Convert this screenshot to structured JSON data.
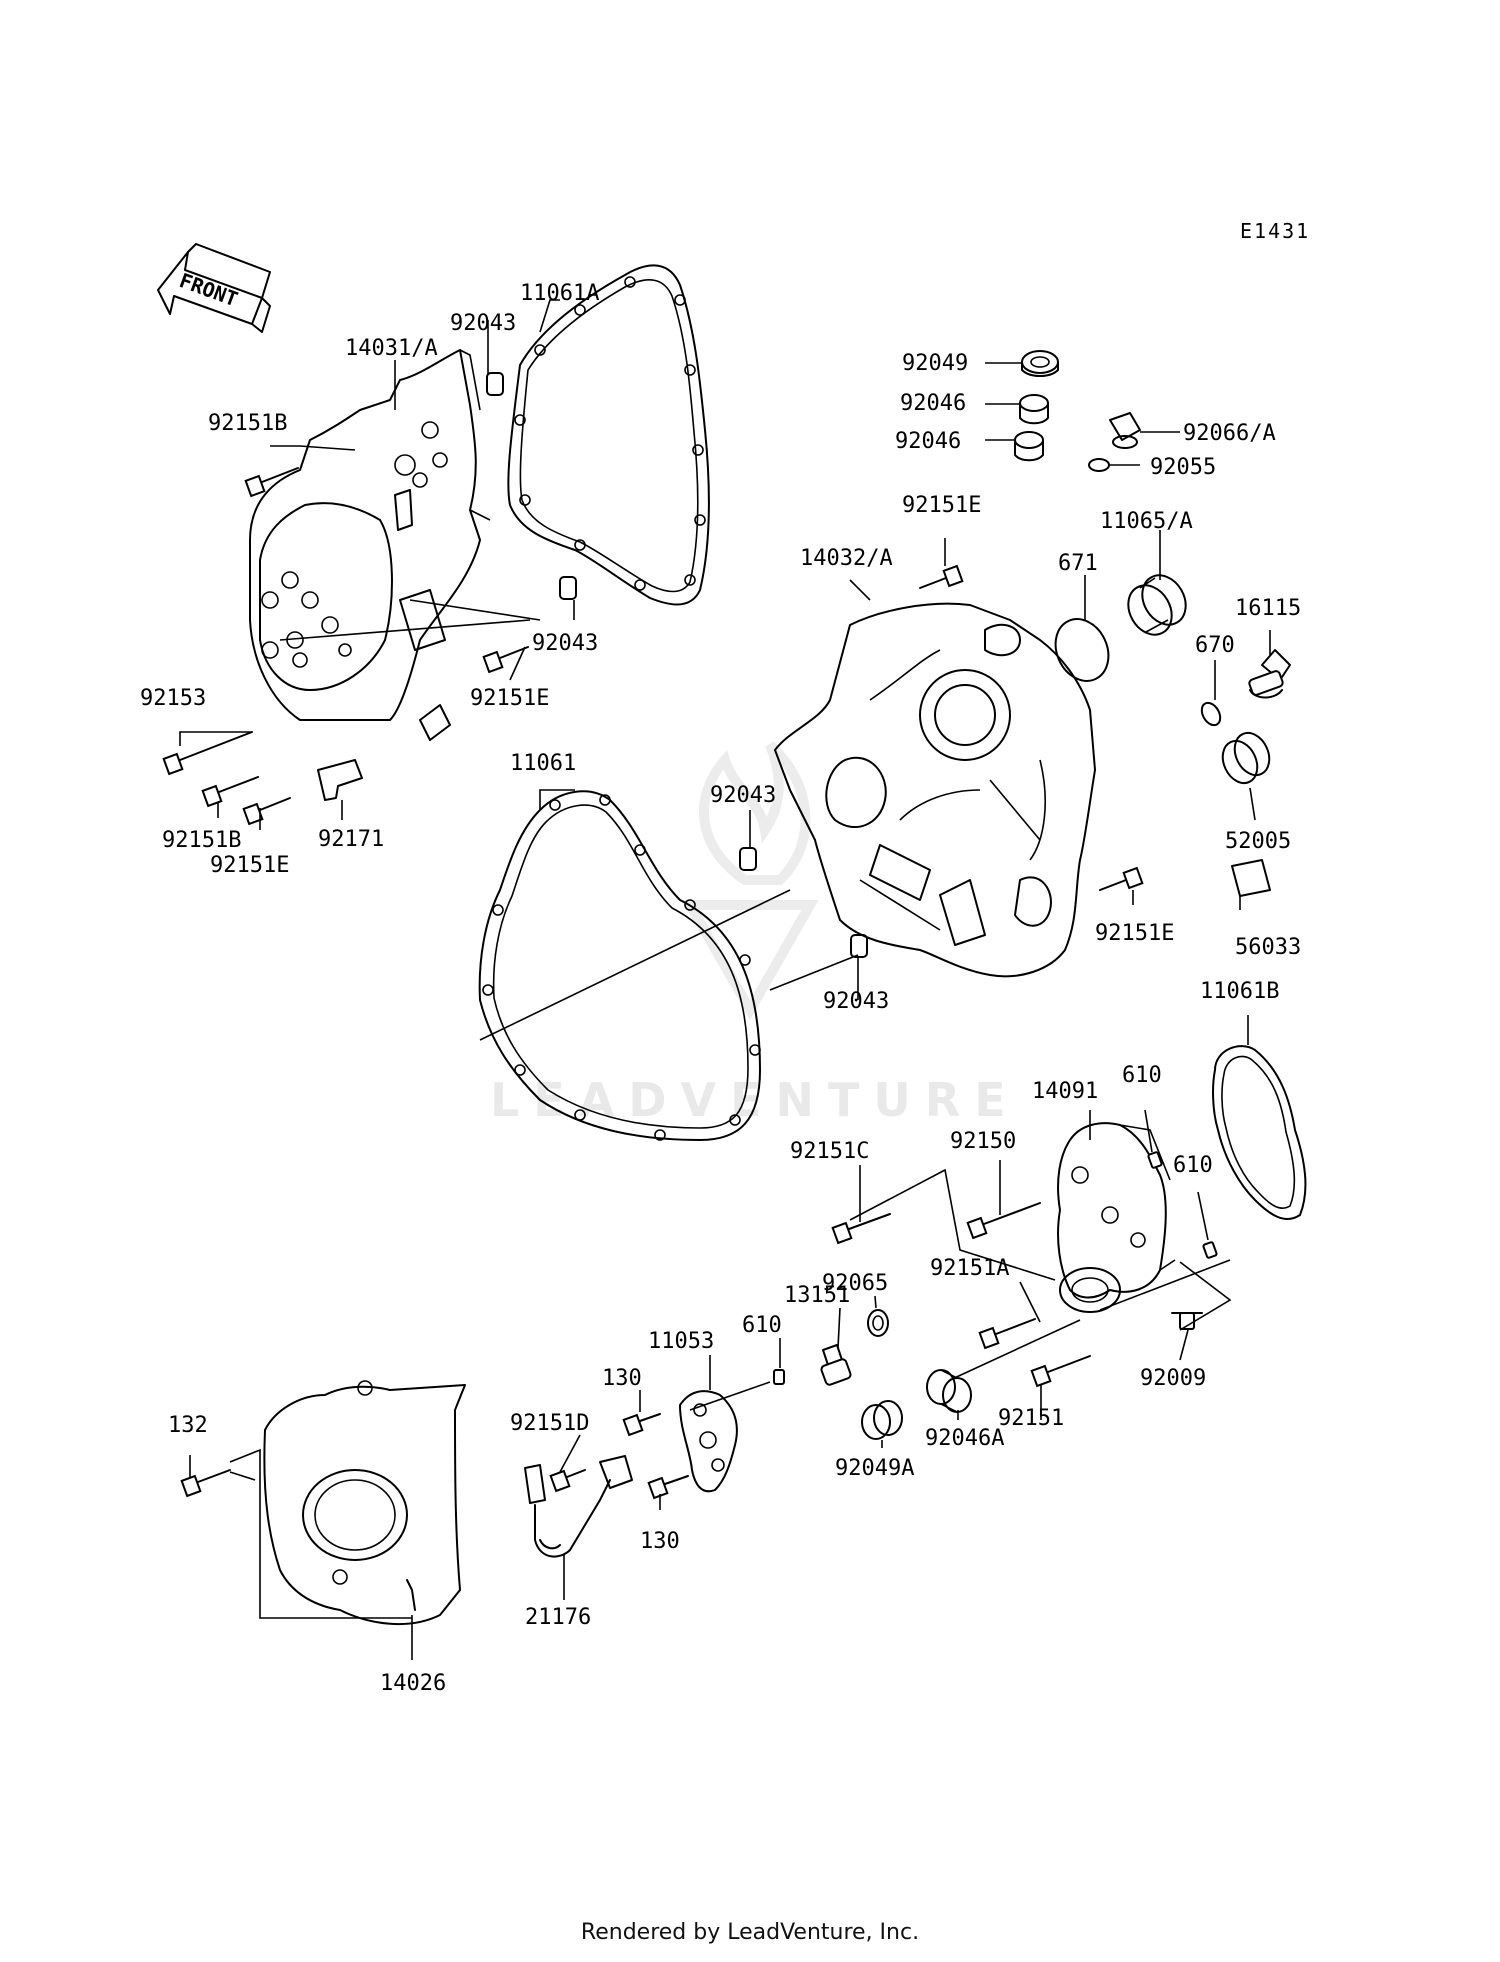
{
  "diagram_code": "E1431",
  "front_label": "FRONT",
  "watermark": "LEADVENTURE",
  "footer": "Rendered by LeadVenture, Inc.",
  "labels": [
    {
      "id": "p11061A",
      "text": "11061A"
    },
    {
      "id": "p92043a",
      "text": "92043"
    },
    {
      "id": "p14031A",
      "text": "14031/A"
    },
    {
      "id": "p92151Ba",
      "text": "92151B"
    },
    {
      "id": "p92043b",
      "text": "92043"
    },
    {
      "id": "p92151Ea",
      "text": "92151E"
    },
    {
      "id": "p92153",
      "text": "92153"
    },
    {
      "id": "p92151Bb",
      "text": "92151B"
    },
    {
      "id": "p92151Eb",
      "text": "92151E"
    },
    {
      "id": "p92171",
      "text": "92171"
    },
    {
      "id": "p11061",
      "text": "11061"
    },
    {
      "id": "p92043c",
      "text": "92043"
    },
    {
      "id": "p92043d",
      "text": "92043"
    },
    {
      "id": "p92049",
      "text": "92049"
    },
    {
      "id": "p92046a",
      "text": "92046"
    },
    {
      "id": "p92046b",
      "text": "92046"
    },
    {
      "id": "p92066A",
      "text": "92066/A"
    },
    {
      "id": "p92055",
      "text": "92055"
    },
    {
      "id": "p92151Ec",
      "text": "92151E"
    },
    {
      "id": "p14032A",
      "text": "14032/A"
    },
    {
      "id": "p671",
      "text": "671"
    },
    {
      "id": "p11065A",
      "text": "11065/A"
    },
    {
      "id": "p16115",
      "text": "16115"
    },
    {
      "id": "p670",
      "text": "670"
    },
    {
      "id": "p52005",
      "text": "52005"
    },
    {
      "id": "p92151Ed",
      "text": "92151E"
    },
    {
      "id": "p56033",
      "text": "56033"
    },
    {
      "id": "p11061B",
      "text": "11061B"
    },
    {
      "id": "p610a",
      "text": "610"
    },
    {
      "id": "p14091",
      "text": "14091"
    },
    {
      "id": "p92151C",
      "text": "92151C"
    },
    {
      "id": "p92150",
      "text": "92150"
    },
    {
      "id": "p610b",
      "text": "610"
    },
    {
      "id": "p92065",
      "text": "92065"
    },
    {
      "id": "p13151",
      "text": "13151"
    },
    {
      "id": "p92151A",
      "text": "92151A"
    },
    {
      "id": "p610c",
      "text": "610"
    },
    {
      "id": "p11053",
      "text": "11053"
    },
    {
      "id": "p130a",
      "text": "130"
    },
    {
      "id": "p92009",
      "text": "92009"
    },
    {
      "id": "p92151D",
      "text": "92151D"
    },
    {
      "id": "p92046A",
      "text": "92046A"
    },
    {
      "id": "p92151",
      "text": "92151"
    },
    {
      "id": "p92049A",
      "text": "92049A"
    },
    {
      "id": "p132",
      "text": "132"
    },
    {
      "id": "p130b",
      "text": "130"
    },
    {
      "id": "p21176",
      "text": "21176"
    },
    {
      "id": "p14026",
      "text": "14026"
    }
  ]
}
